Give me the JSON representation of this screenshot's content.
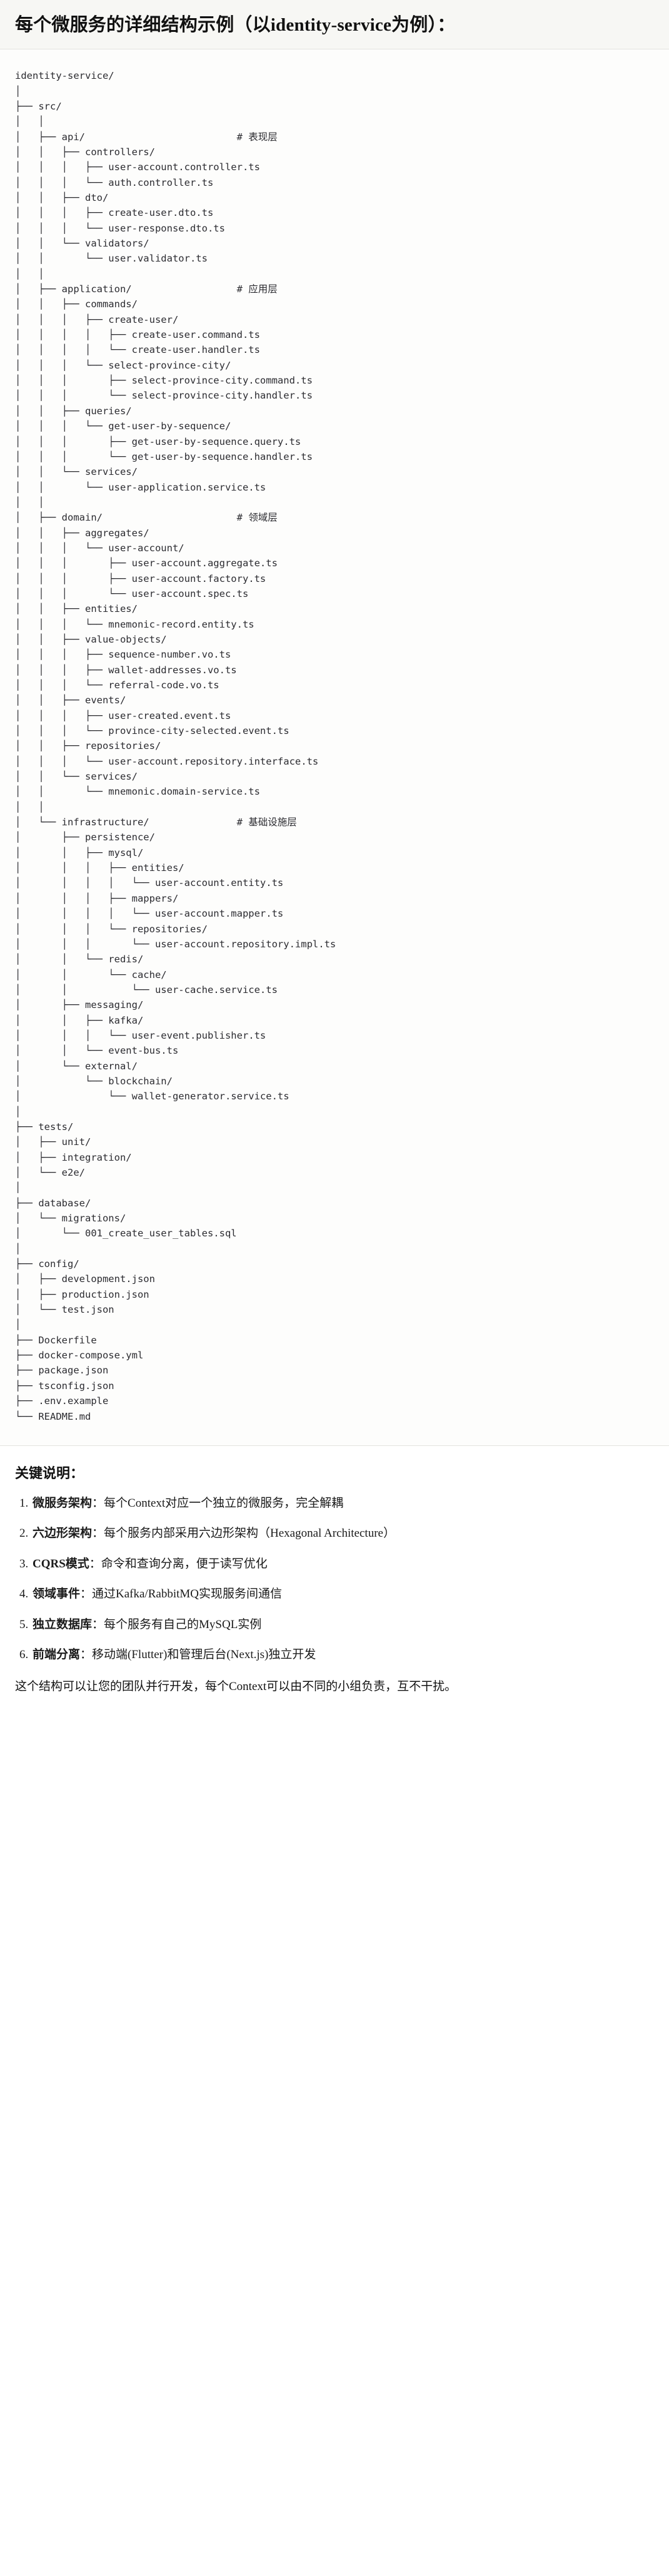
{
  "header": {
    "title": "每个微服务的详细结构示例（以identity-service为例）："
  },
  "tree": {
    "root_label": "identity-service/",
    "comments": {
      "api": "# 表现层",
      "application": "# 应用层",
      "domain": "# 领域层",
      "infrastructure": "# 基础设施层"
    },
    "text": "identity-service/\n│\n├── src/\n│   │\n│   ├── api/                          # 表现层\n│   │   ├── controllers/\n│   │   │   ├── user-account.controller.ts\n│   │   │   └── auth.controller.ts\n│   │   ├── dto/\n│   │   │   ├── create-user.dto.ts\n│   │   │   └── user-response.dto.ts\n│   │   └── validators/\n│   │       └── user.validator.ts\n│   │\n│   ├── application/                  # 应用层\n│   │   ├── commands/\n│   │   │   ├── create-user/\n│   │   │   │   ├── create-user.command.ts\n│   │   │   │   └── create-user.handler.ts\n│   │   │   └── select-province-city/\n│   │   │       ├── select-province-city.command.ts\n│   │   │       └── select-province-city.handler.ts\n│   │   ├── queries/\n│   │   │   └── get-user-by-sequence/\n│   │   │       ├── get-user-by-sequence.query.ts\n│   │   │       └── get-user-by-sequence.handler.ts\n│   │   └── services/\n│   │       └── user-application.service.ts\n│   │\n│   ├── domain/                       # 领域层\n│   │   ├── aggregates/\n│   │   │   └── user-account/\n│   │   │       ├── user-account.aggregate.ts\n│   │   │       ├── user-account.factory.ts\n│   │   │       └── user-account.spec.ts\n│   │   ├── entities/\n│   │   │   └── mnemonic-record.entity.ts\n│   │   ├── value-objects/\n│   │   │   ├── sequence-number.vo.ts\n│   │   │   ├── wallet-addresses.vo.ts\n│   │   │   └── referral-code.vo.ts\n│   │   ├── events/\n│   │   │   ├── user-created.event.ts\n│   │   │   └── province-city-selected.event.ts\n│   │   ├── repositories/\n│   │   │   └── user-account.repository.interface.ts\n│   │   └── services/\n│   │       └── mnemonic.domain-service.ts\n│   │\n│   └── infrastructure/               # 基础设施层\n│       ├── persistence/\n│       │   ├── mysql/\n│       │   │   ├── entities/\n│       │   │   │   └── user-account.entity.ts\n│       │   │   ├── mappers/\n│       │   │   │   └── user-account.mapper.ts\n│       │   │   └── repositories/\n│       │   │       └── user-account.repository.impl.ts\n│       │   └── redis/\n│       │       └── cache/\n│       │           └── user-cache.service.ts\n│       ├── messaging/\n│       │   ├── kafka/\n│       │   │   └── user-event.publisher.ts\n│       │   └── event-bus.ts\n│       └── external/\n│           └── blockchain/\n│               └── wallet-generator.service.ts\n│\n├── tests/\n│   ├── unit/\n│   ├── integration/\n│   └── e2e/\n│\n├── database/\n│   └── migrations/\n│       └── 001_create_user_tables.sql\n│\n├── config/\n│   ├── development.json\n│   ├── production.json\n│   └── test.json\n│\n├── Dockerfile\n├── docker-compose.yml\n├── package.json\n├── tsconfig.json\n├── .env.example\n└── README.md"
  },
  "keys": {
    "heading": "关键说明：",
    "items": [
      {
        "term": "微服务架构",
        "desc": "：每个Context对应一个独立的微服务，完全解耦"
      },
      {
        "term": "六边形架构",
        "desc": "：每个服务内部采用六边形架构（Hexagonal Architecture）"
      },
      {
        "term": "CQRS模式",
        "desc": "：命令和查询分离，便于读写优化"
      },
      {
        "term": "领域事件",
        "desc": "：通过Kafka/RabbitMQ实现服务间通信"
      },
      {
        "term": "独立数据库",
        "desc": "：每个服务有自己的MySQL实例"
      },
      {
        "term": "前端分离",
        "desc": "：移动端(Flutter)和管理后台(Next.js)独立开发"
      }
    ],
    "closing": "这个结构可以让您的团队并行开发，每个Context可以由不同的小组负责，互不干扰。"
  }
}
